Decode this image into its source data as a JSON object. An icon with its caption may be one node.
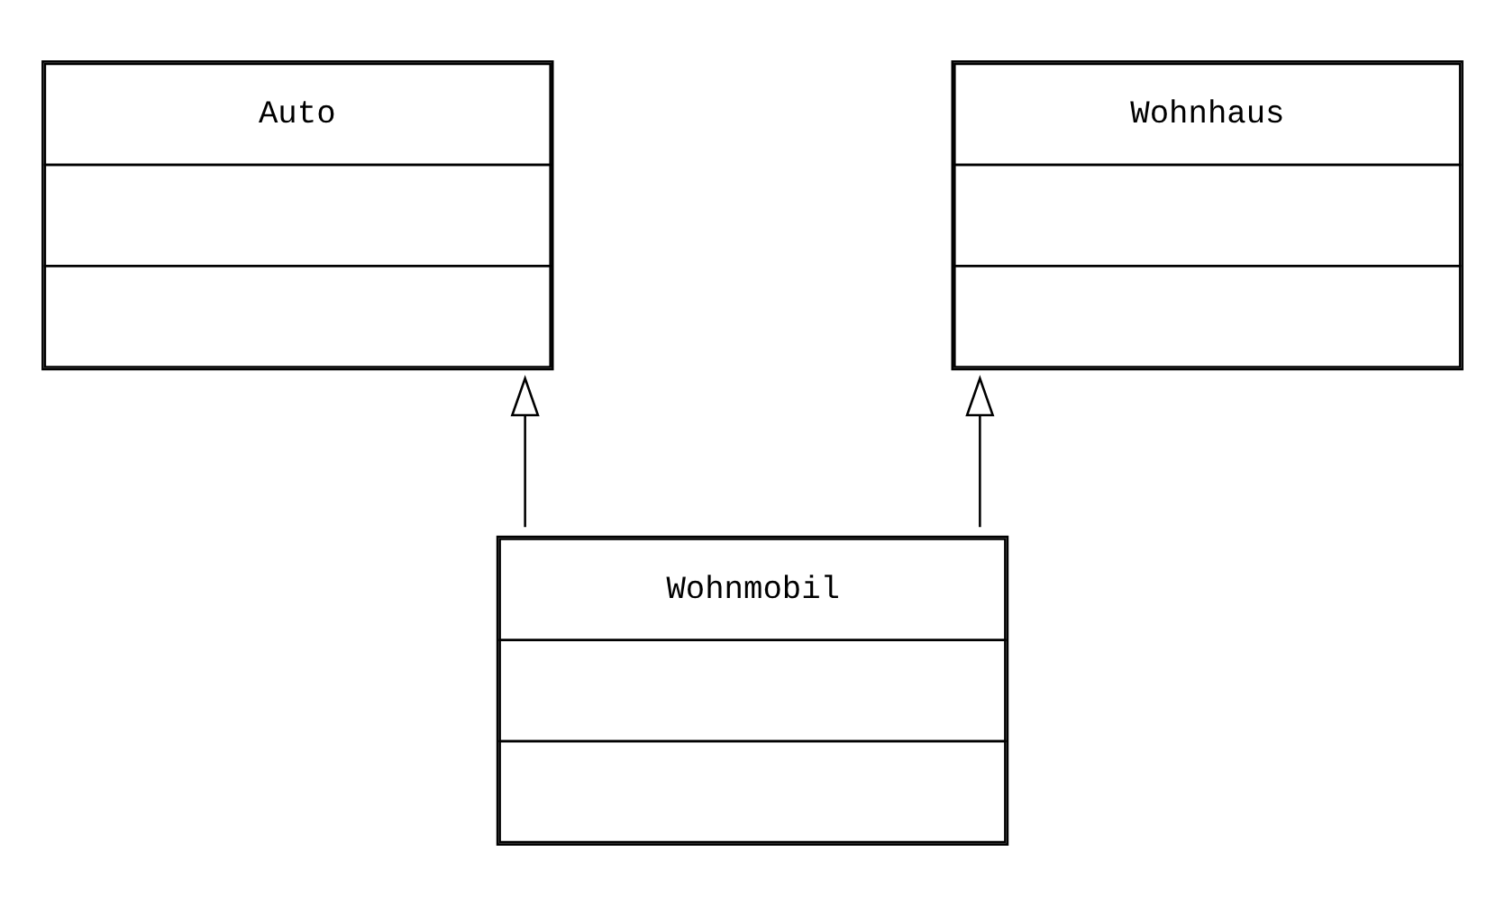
{
  "diagram": {
    "nodes": [
      {
        "text": [
          "Auto"
        ]
      },
      {
        "text": [
          "Wohnhaus"
        ]
      },
      {
        "text": [
          "Wohnmobil"
        ]
      }
    ],
    "edges": [
      {
        "from": 2,
        "to": 0,
        "arrow": "to"
      },
      {
        "from": 2,
        "to": 1,
        "arrow": "to"
      }
    ]
  }
}
